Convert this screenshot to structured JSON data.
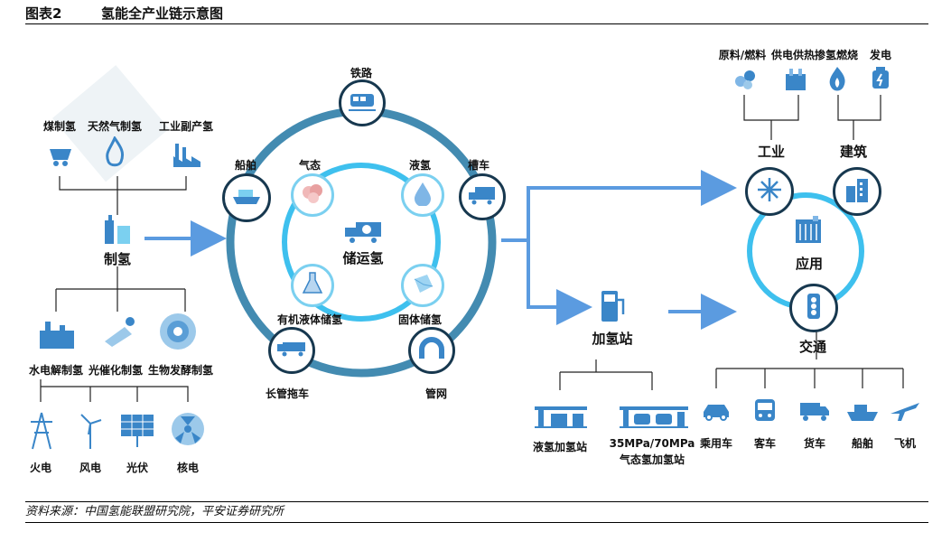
{
  "header": {
    "figure_no": "图表2",
    "title": "氢能全产业链示意图"
  },
  "source": "资料来源：中国氢能联盟研究院，平安证券研究所",
  "production": {
    "top_sources": [
      "煤制氢",
      "天然气制氢",
      "工业副产氢"
    ],
    "center": "制氢",
    "electrolysis_methods": [
      "水电解制氢",
      "光催化制氢",
      "生物发酵制氢"
    ],
    "power_sources": [
      "火电",
      "风电",
      "光伏",
      "核电"
    ]
  },
  "storage": {
    "center": "储运氢",
    "outer": [
      "铁路",
      "槽车",
      "管网",
      "长管拖车",
      "船舶"
    ],
    "inner": [
      "气态",
      "液氢",
      "固体储氢",
      "有机液体储氢"
    ]
  },
  "station": {
    "label": "加氢站",
    "types": [
      "液氢加氢站",
      "35MPa/70MPa",
      "气态氢加氢站"
    ]
  },
  "application": {
    "center": "应用",
    "industry": "工业",
    "building": "建筑",
    "transport": "交通",
    "industry_uses": [
      "原料/燃料",
      "供电供热"
    ],
    "building_uses": [
      "掺氢燃烧",
      "发电"
    ],
    "vehicles": [
      "乘用车",
      "客车",
      "货车",
      "船舶",
      "飞机"
    ]
  },
  "colors": {
    "dark": "#17384f",
    "light_blue": "#7bd0f0",
    "arrow": "#5b9be0",
    "icon": "#3a86c8"
  }
}
